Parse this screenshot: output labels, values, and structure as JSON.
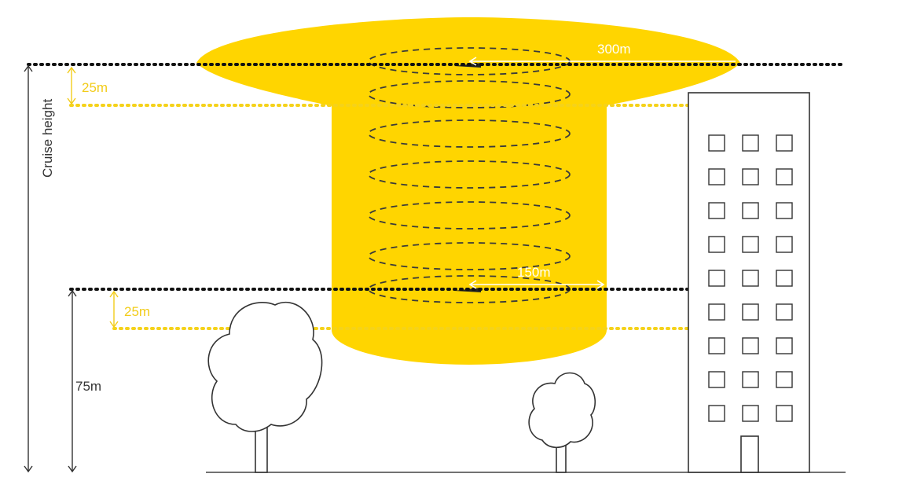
{
  "diagram": {
    "labels": {
      "top_zone_height": "25m",
      "top_zone_diameter": "300m",
      "cruise_height": "Cruise height",
      "bottom_zone_height": "25m",
      "column_diameter": "150m",
      "min_altitude": "75m"
    },
    "colors": {
      "zone_fill": "#ffd500",
      "guide_yellow": "#f5d21a",
      "guide_black": "#111111",
      "outline": "#333333"
    },
    "structure": {
      "building_window_rows": 9,
      "building_window_cols": 3,
      "trees": 2
    }
  }
}
